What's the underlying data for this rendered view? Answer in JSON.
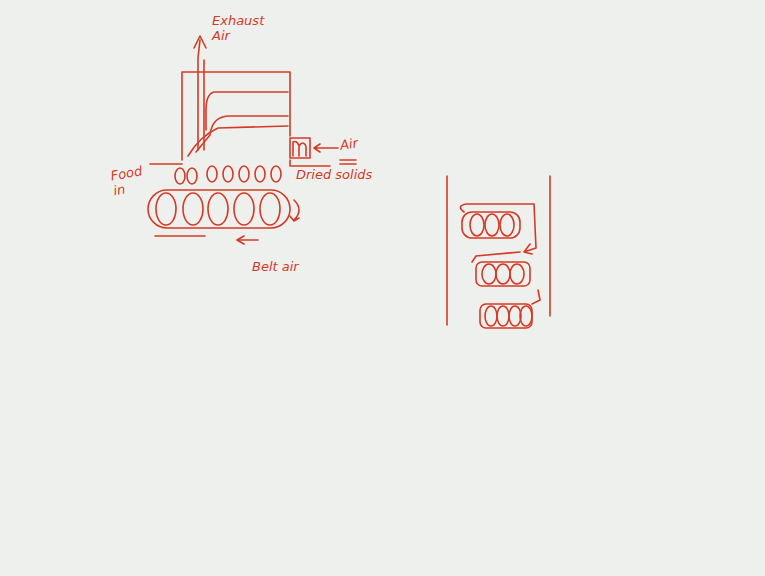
{
  "diagram": {
    "labels": [
      "Exhaust Air",
      "Air",
      "Food in",
      "Dried solids",
      "Belt air"
    ]
  }
}
